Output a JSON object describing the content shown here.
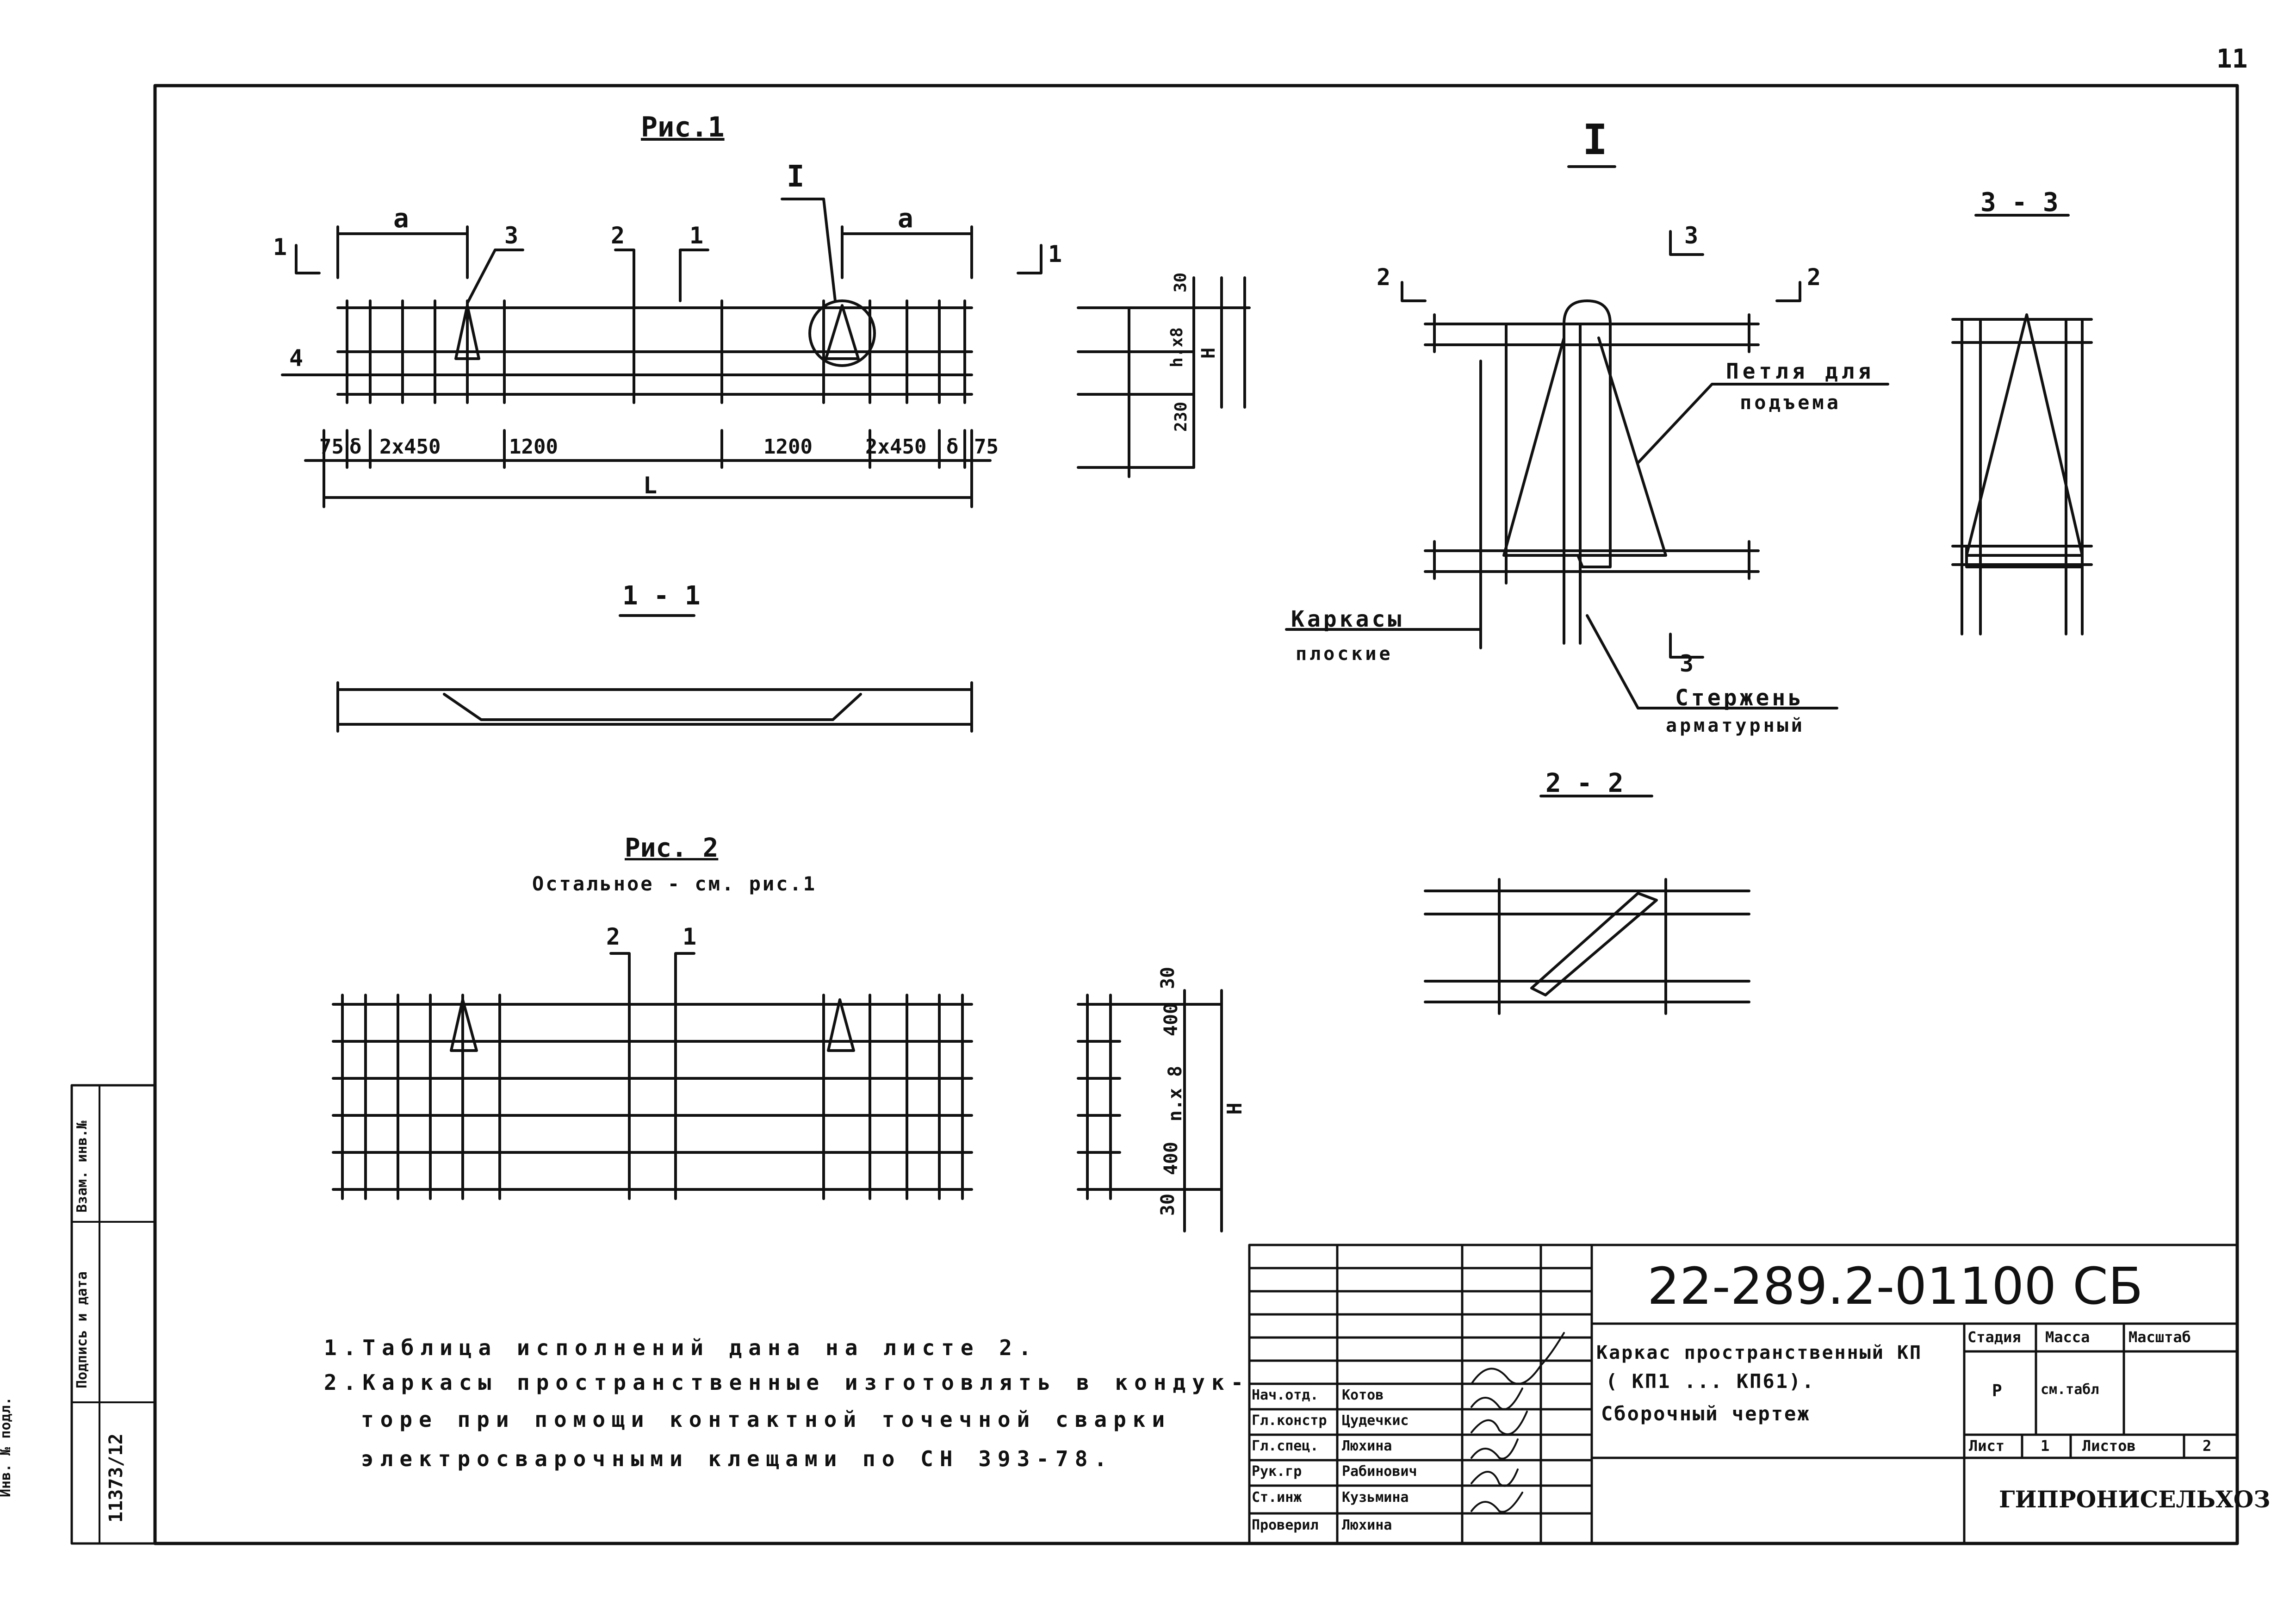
{
  "sheet": {
    "page_number": "11",
    "code": "22-289.2-01100 СБ",
    "title_line1": "Каркас пространственный КП",
    "title_line2": "( КП1 ... КП61).",
    "title_line3": "Сборочный   чертеж",
    "organization": "ГИПРОНИСЕЛЬХОЗ",
    "stage_header": "Стадия",
    "mass_header": "Масса",
    "scale_header": "Масштаб",
    "stage_value": "Р",
    "mass_value": "см.табл",
    "sheet_label": "Лист",
    "sheet_value": "1",
    "sheets_label": "Листов",
    "sheets_value": "2"
  },
  "signatures": [
    {
      "role": "Нач.отд.",
      "name": "Котов"
    },
    {
      "role": "Гл.констр",
      "name": "Цудечкис"
    },
    {
      "role": "Гл.спец.",
      "name": "Люхина"
    },
    {
      "role": "Рук.гр",
      "name": "Рабинович"
    },
    {
      "role": "Ст.инж",
      "name": "Кузьмина"
    },
    {
      "role": "Проверил",
      "name": "Люхина"
    }
  ],
  "side_stamp": {
    "inv_label": "Инв. № подл.",
    "inv_value": "11373/12",
    "sign_date_label": "Подпись и дата",
    "replace_label": "Взам. инв.№"
  },
  "figures": {
    "fig1_title": "Рис.1",
    "fig2_title": "Рис. 2",
    "fig2_subtitle": "Остальное - см. рис.1",
    "section_1_1": "1 - 1",
    "section_2_2": "2 - 2",
    "section_3_3": "3 - 3",
    "detail_I": "I"
  },
  "fig1_labels": {
    "a_left": "а",
    "a_right": "а",
    "pos3": "3",
    "pos2": "2",
    "pos1": "1",
    "detail": "I",
    "cut1_left": "1",
    "cut1_right": "1",
    "pos4": "4",
    "dim_75_left": "75",
    "dim_d_left": "δ",
    "dim_2x450_left": "2х450",
    "dim_1200_left": "1200",
    "dim_1200_right": "1200",
    "dim_2x450_right": "2х450",
    "dim_d_right": "δ",
    "dim_75_right": "75",
    "dim_L": "L",
    "side_dim_30": "30",
    "side_dim_nx8": "h.x8",
    "side_dim_H": "H",
    "side_dim_230": "230"
  },
  "fig2_labels": {
    "pos2": "2",
    "pos1": "1",
    "side_dim_30_top": "30",
    "side_dim_400_top": "400",
    "side_dim_nx8": "n.x 8",
    "side_dim_400_bottom": "400",
    "side_dim_30_bottom": "30",
    "side_dim_H": "H"
  },
  "detail_labels": {
    "cut2_left": "2",
    "cut2_right": "2",
    "cut3_top": "3",
    "cut3_bottom": "3",
    "loop_line1": "Петля для",
    "loop_line2": "подъема",
    "frames_line1": "Каркасы",
    "frames_line2": "плоские",
    "rod_line1": "Стержень",
    "rod_line2": "арматурный"
  },
  "notes": [
    "1.Таблица исполнений дана на листе 2.",
    "2.Каркасы пространственные изготовлять в кондук-",
    "торе при помощи контактной точечной сварки",
    "электросварочными клещами по СН 393-78."
  ]
}
